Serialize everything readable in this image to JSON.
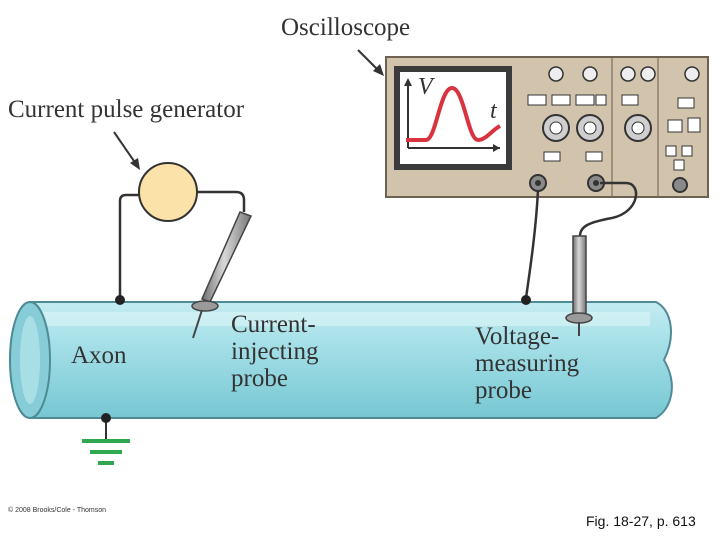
{
  "labels": {
    "oscilloscope": "Oscilloscope",
    "pulse_generator": "Current pulse generator",
    "axon": "Axon",
    "current_probe": [
      "Current-",
      "injecting",
      "probe"
    ],
    "voltage_probe": [
      "Voltage-",
      "measuring",
      "probe"
    ]
  },
  "screen": {
    "y_axis": "V",
    "x_axis": "t"
  },
  "credit": "© 2008 Brooks/Cole - Thomson",
  "figure_ref": "Fig. 18-27, p. 613",
  "colors": {
    "axon_fill": "#9fdde6",
    "axon_highlight": "#d6f3f6",
    "oscilloscope_body": "#d2c3ad",
    "generator_fill": "#fbe2a8",
    "trace": "#d9333f",
    "ground": "#2fa84f"
  }
}
